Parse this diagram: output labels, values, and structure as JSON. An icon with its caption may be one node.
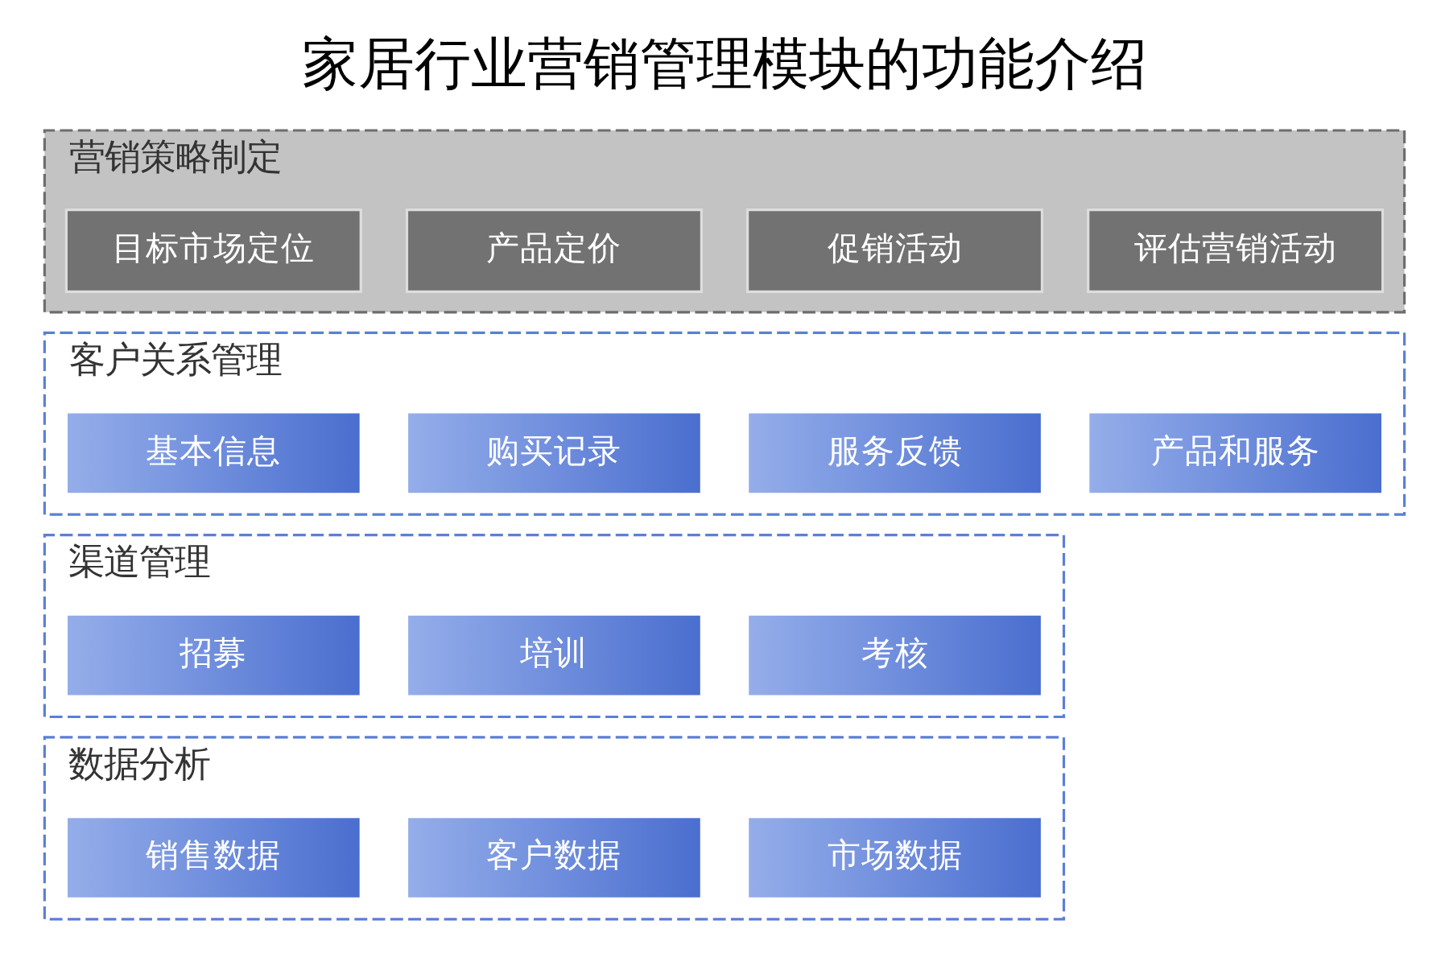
{
  "diagram": {
    "title": "家居行业营销管理模块的功能介绍",
    "nodes": [
      {
        "text": [
          "营销策略制定"
        ]
      },
      {
        "text": [
          "目标市场定位"
        ],
        "in": 0
      },
      {
        "text": [
          "产品定价"
        ],
        "in": 0
      },
      {
        "text": [
          "促销活动"
        ],
        "in": 0
      },
      {
        "text": [
          "评估营销活动"
        ],
        "in": 0
      },
      {
        "text": [
          "客户关系管理"
        ]
      },
      {
        "text": [
          "基本信息"
        ],
        "in": 5
      },
      {
        "text": [
          "购买记录"
        ],
        "in": 5
      },
      {
        "text": [
          "服务反馈"
        ],
        "in": 5
      },
      {
        "text": [
          "产品和服务"
        ],
        "in": 5
      },
      {
        "text": [
          "渠道管理"
        ]
      },
      {
        "text": [
          "招募"
        ],
        "in": 10
      },
      {
        "text": [
          "培训"
        ],
        "in": 10
      },
      {
        "text": [
          "考核"
        ],
        "in": 10
      },
      {
        "text": [
          "数据分析"
        ]
      },
      {
        "text": [
          "销售数据"
        ],
        "in": 14
      },
      {
        "text": [
          "客户数据"
        ],
        "in": 14
      },
      {
        "text": [
          "市场数据"
        ],
        "in": 14
      }
    ],
    "edges": []
  }
}
